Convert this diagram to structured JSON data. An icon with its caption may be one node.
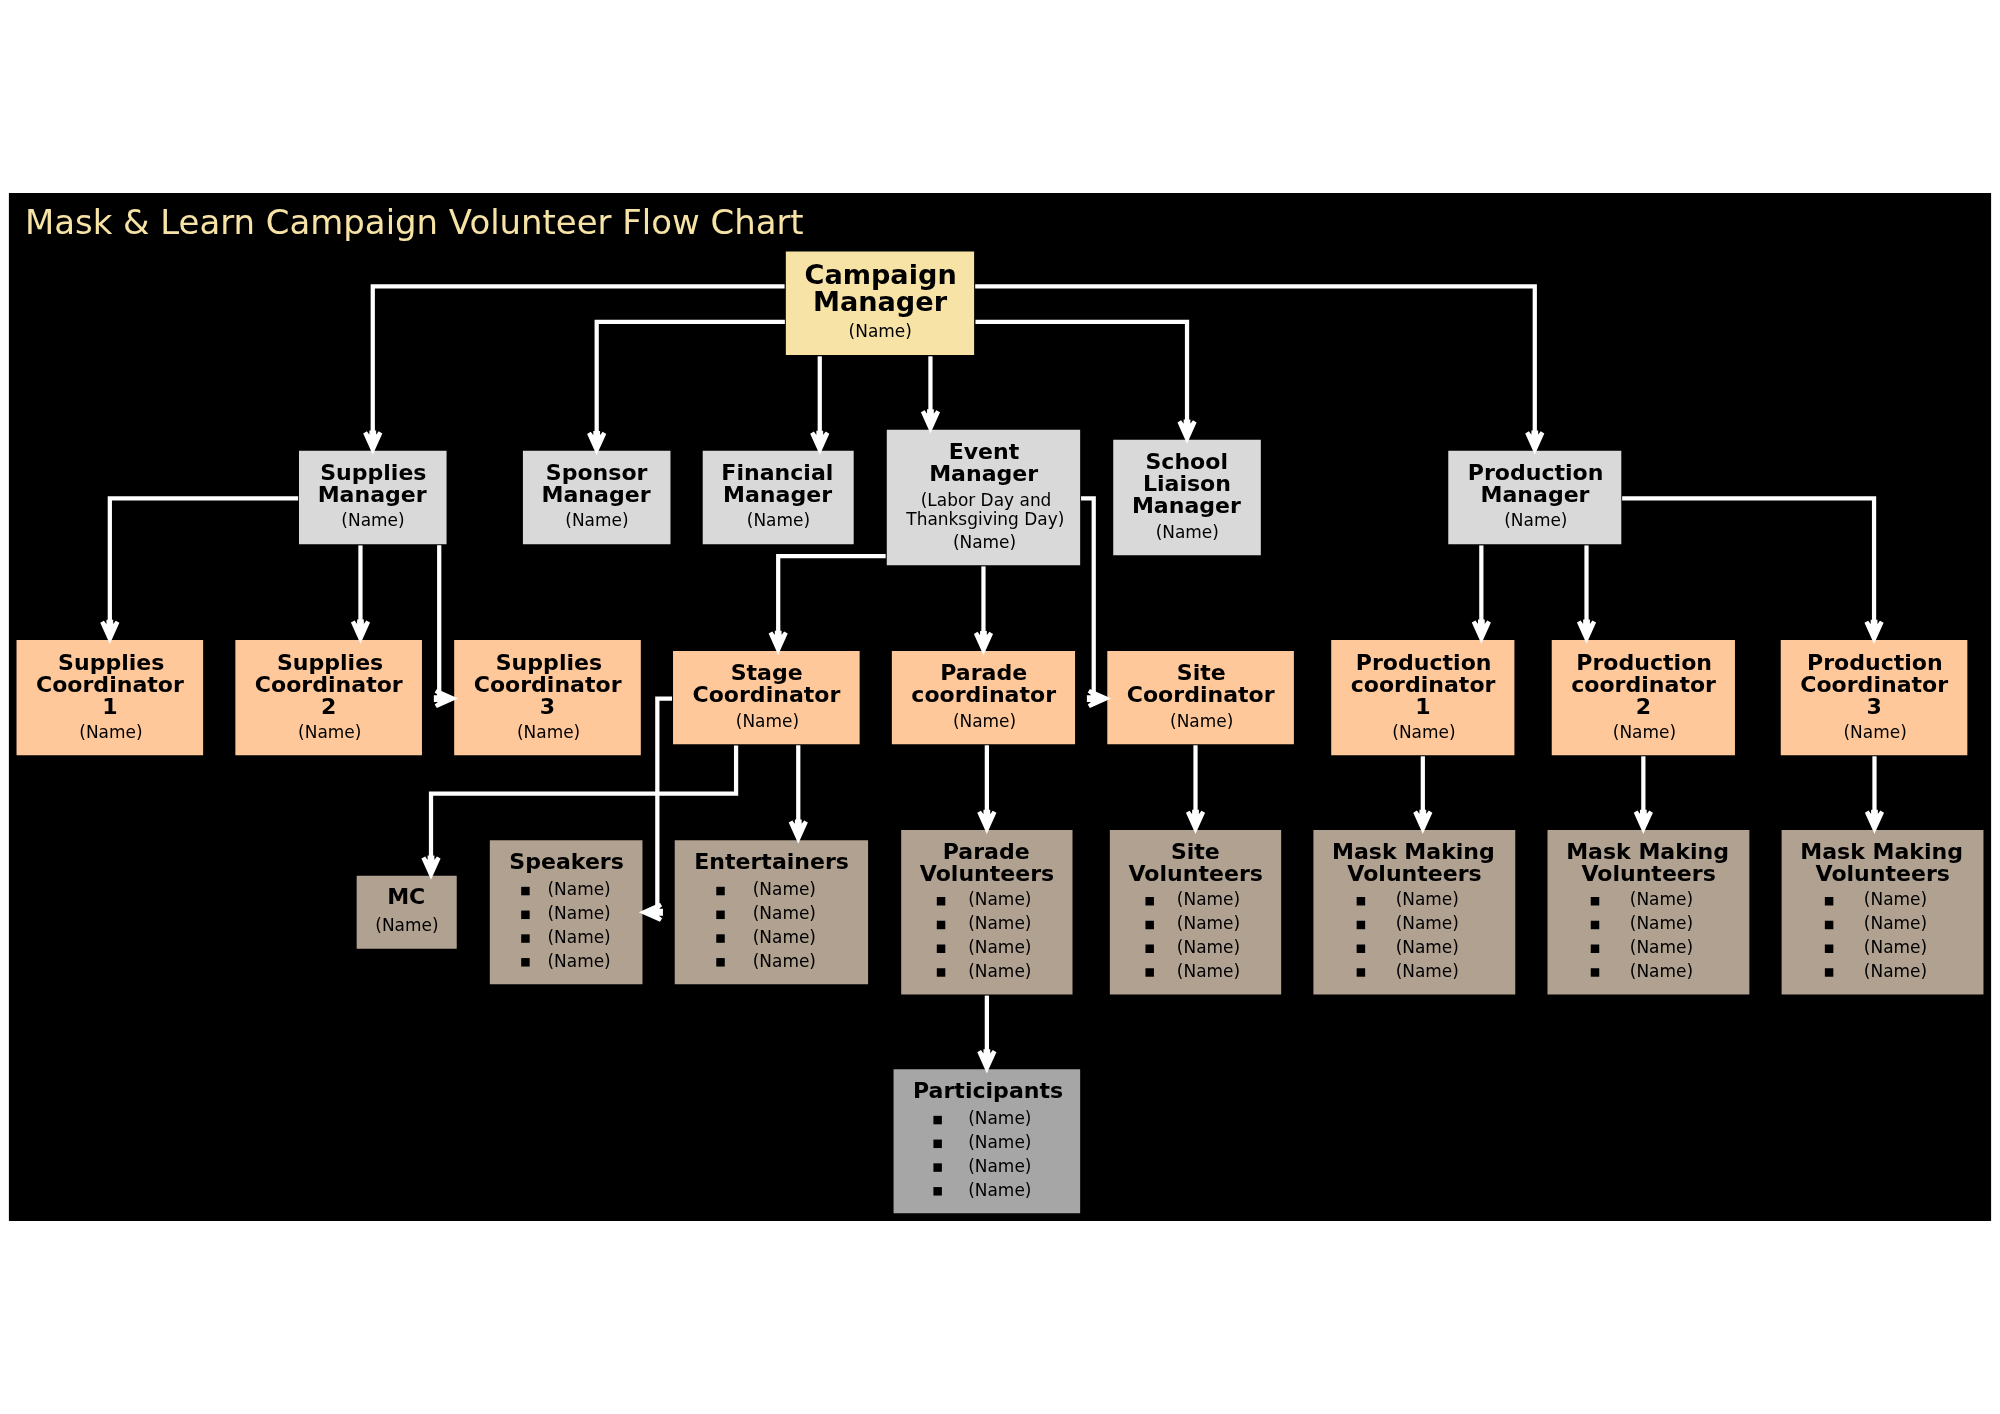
{
  "diagram": {
    "title": "Mask & Learn Campaign Volunteer Flow Chart",
    "nodes": [
      {
        "text": [
          "Campaign Manager",
          "(Name)"
        ]
      },
      {
        "text": [
          "Supplies Manager",
          "(Name)"
        ]
      },
      {
        "text": [
          "Sponsor Manager",
          "(Name)"
        ]
      },
      {
        "text": [
          "Financial Manager",
          "(Name)"
        ]
      },
      {
        "text": [
          "Event Manager",
          "(Labor Day and Thanksgiving Day)",
          "(Name)"
        ]
      },
      {
        "text": [
          "School Liaison Manager",
          "(Name)"
        ]
      },
      {
        "text": [
          "Production Manager",
          "(Name)"
        ]
      },
      {
        "text": [
          "Supplies Coordinator 1",
          "(Name)"
        ]
      },
      {
        "text": [
          "Supplies Coordinator 2",
          "(Name)"
        ]
      },
      {
        "text": [
          "Supplies Coordinator 3",
          "(Name)"
        ]
      },
      {
        "text": [
          "Stage Coordinator",
          "(Name)"
        ]
      },
      {
        "text": [
          "Parade coordinator",
          "(Name)"
        ]
      },
      {
        "text": [
          "Site Coordinator",
          "(Name)"
        ]
      },
      {
        "text": [
          "Production coordinator 1",
          "(Name)"
        ]
      },
      {
        "text": [
          "Production coordinator 2",
          "(Name)"
        ]
      },
      {
        "text": [
          "Production Coordinator 3",
          "(Name)"
        ]
      },
      {
        "text": [
          "MC",
          "(Name)"
        ]
      },
      {
        "text": [
          "Speakers",
          "(Name)",
          "(Name)",
          "(Name)",
          "(Name)"
        ]
      },
      {
        "text": [
          "Entertainers",
          "(Name)",
          "(Name)",
          "(Name)",
          "(Name)"
        ]
      },
      {
        "text": [
          "Parade Volunteers",
          "(Name)",
          "(Name)",
          "(Name)",
          "(Name)"
        ]
      },
      {
        "text": [
          "Site Volunteers",
          "(Name)",
          "(Name)",
          "(Name)",
          "(Name)"
        ]
      },
      {
        "text": [
          "Mask Making Volunteers",
          "(Name)",
          "(Name)",
          "(Name)",
          "(Name)"
        ]
      },
      {
        "text": [
          "Mask Making Volunteers",
          "(Name)",
          "(Name)",
          "(Name)",
          "(Name)"
        ]
      },
      {
        "text": [
          "Mask Making Volunteers",
          "(Name)",
          "(Name)",
          "(Name)",
          "(Name)"
        ]
      },
      {
        "text": [
          "Participants",
          "(Name)",
          "(Name)",
          "(Name)",
          "(Name)"
        ]
      }
    ],
    "edges": [
      {
        "from": 0,
        "to": 1,
        "arrow": "to"
      },
      {
        "from": 0,
        "to": 2,
        "arrow": "to"
      },
      {
        "from": 0,
        "to": 3,
        "arrow": "to"
      },
      {
        "from": 0,
        "to": 4,
        "arrow": "to"
      },
      {
        "from": 0,
        "to": 5,
        "arrow": "to"
      },
      {
        "from": 0,
        "to": 6,
        "arrow": "to"
      },
      {
        "from": 1,
        "to": 7,
        "arrow": "to"
      },
      {
        "from": 1,
        "to": 8,
        "arrow": "to"
      },
      {
        "from": 1,
        "to": 9,
        "arrow": "to"
      },
      {
        "from": 4,
        "to": 10,
        "arrow": "to"
      },
      {
        "from": 4,
        "to": 11,
        "arrow": "to"
      },
      {
        "from": 4,
        "to": 12,
        "arrow": "to"
      },
      {
        "from": 6,
        "to": 13,
        "arrow": "to"
      },
      {
        "from": 6,
        "to": 14,
        "arrow": "to"
      },
      {
        "from": 6,
        "to": 15,
        "arrow": "to"
      },
      {
        "from": 10,
        "to": 16,
        "arrow": "to"
      },
      {
        "from": 10,
        "to": 17,
        "arrow": "to"
      },
      {
        "from": 10,
        "to": 18,
        "arrow": "to"
      },
      {
        "from": 11,
        "to": 19,
        "arrow": "to"
      },
      {
        "from": 12,
        "to": 20,
        "arrow": "to"
      },
      {
        "from": 13,
        "to": 21,
        "arrow": "to"
      },
      {
        "from": 14,
        "to": 22,
        "arrow": "to"
      },
      {
        "from": 15,
        "to": 23,
        "arrow": "to"
      },
      {
        "from": 19,
        "to": 24,
        "arrow": "to"
      }
    ]
  }
}
